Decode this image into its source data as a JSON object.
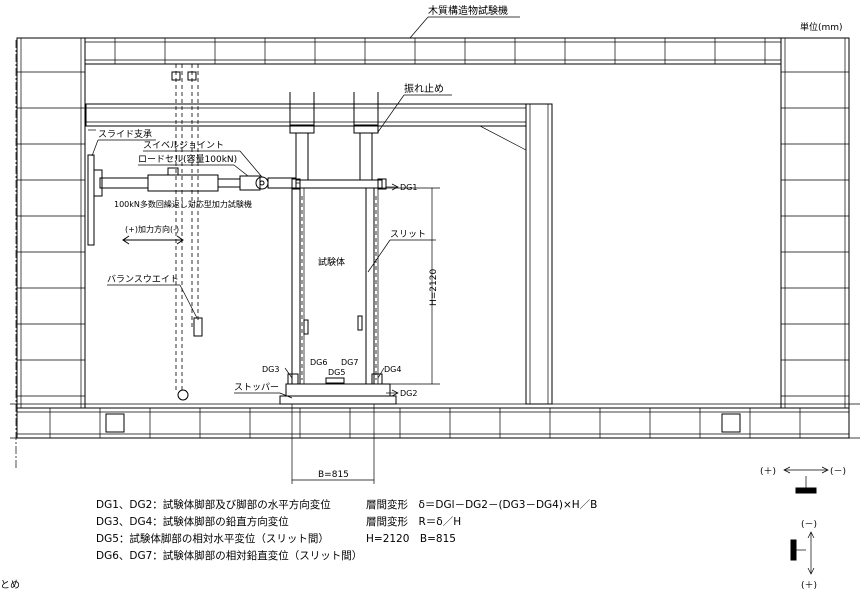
{
  "title": "木質構造物試験機",
  "unit": "単位(mm)",
  "labels": {
    "slide_support": "スライド支承",
    "swivel_joint": "スイベルジョイント",
    "load_cell": "ロードセル(容量100kN)",
    "actuator": "100kN多数回繰返し対応型加力試験機",
    "load_direction": "(+)加力方向(-)",
    "balance_weight": "バランスウエイト",
    "anti_sway": "振れ止め",
    "specimen": "試験体",
    "slit": "スリット",
    "height": "H=2120",
    "stopper": "ストッパー",
    "width": "B=815",
    "dg1": "DG1",
    "dg2": "DG2",
    "dg3": "DG3",
    "dg4": "DG4",
    "dg5": "DG5",
    "dg6": "DG6",
    "dg7": "DG7"
  },
  "legend": [
    "DG1、DG2：試験体脚部及び脚部の水平方向変位",
    "DG3、DG4：試験体脚部の鉛直方向変位",
    "DG5：試験体脚部の相対水平変位（スリット間）",
    "DG6、DG7：試験体脚部の相対鉛直変位（スリット間）"
  ],
  "formulas": [
    "層間変形　δ＝DGl－DG2－(DG3－DG4)×H／B",
    "層間変形　R＝δ／H",
    "H=2120　B=815"
  ],
  "signs": {
    "h_plus": "(＋)",
    "h_minus": "(－)",
    "v_minus": "(－)",
    "v_plus": "(＋)"
  },
  "fragment": "とめ"
}
